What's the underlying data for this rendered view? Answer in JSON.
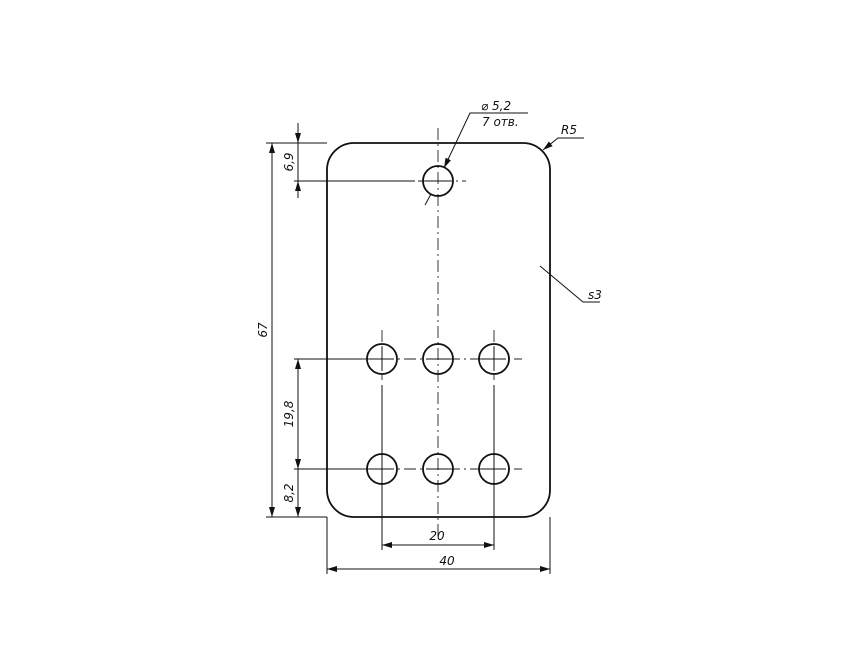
{
  "drawing": {
    "part": "plate",
    "dimensions": {
      "height_total": "67",
      "top_hole_offset": "6,9",
      "row_spacing": "19,8",
      "bottom_row_offset": "8,2",
      "hole_spacing": "20",
      "width_total": "40"
    },
    "hole_callout": {
      "diameter": "⌀ 5,2",
      "count": "7 отв."
    },
    "corner_radius": "R5",
    "thickness": "s3"
  }
}
